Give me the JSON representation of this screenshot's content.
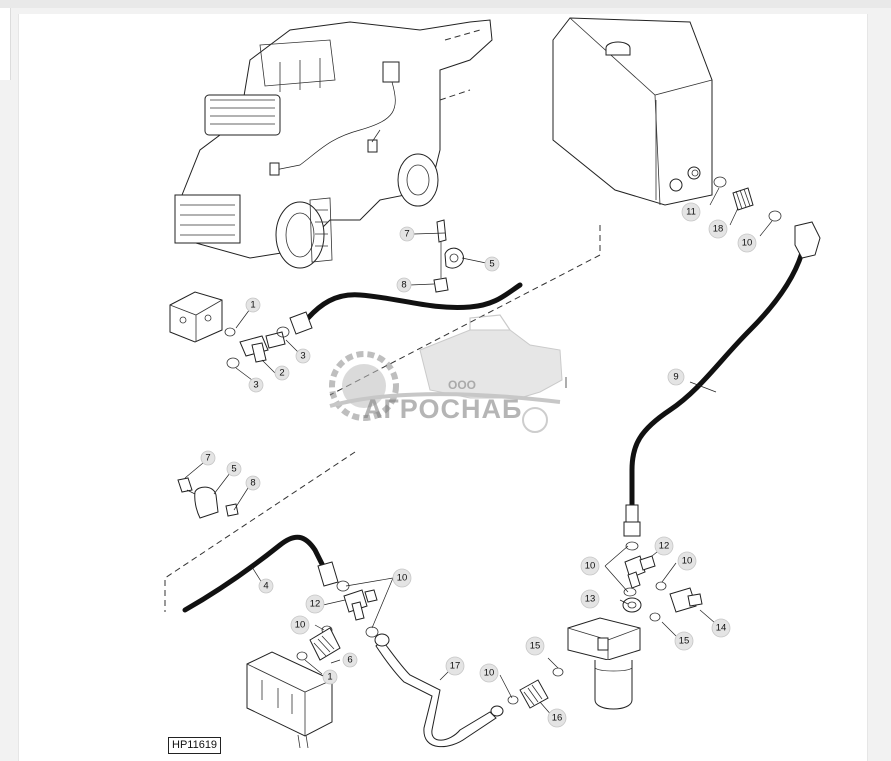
{
  "diagram": {
    "reference_code": "HP11619",
    "watermark": {
      "company_prefix": "ООО",
      "company_name": "АГРОСНАБ"
    },
    "callouts": {
      "c1a": "1",
      "c1b": "1",
      "c2": "2",
      "c3a": "3",
      "c3b": "3",
      "c4": "4",
      "c5a": "5",
      "c5b": "5",
      "c6": "6",
      "c7a": "7",
      "c7b": "7",
      "c8a": "8",
      "c8b": "8",
      "c9": "9",
      "c10a": "10",
      "c10b": "10",
      "c10c": "10",
      "c10d": "10",
      "c10e": "10",
      "c10f": "10",
      "c11": "11",
      "c12a": "12",
      "c12b": "12",
      "c13": "13",
      "c14": "14",
      "c15a": "15",
      "c15b": "15",
      "c16": "16",
      "c17": "17",
      "c18": "18"
    }
  }
}
